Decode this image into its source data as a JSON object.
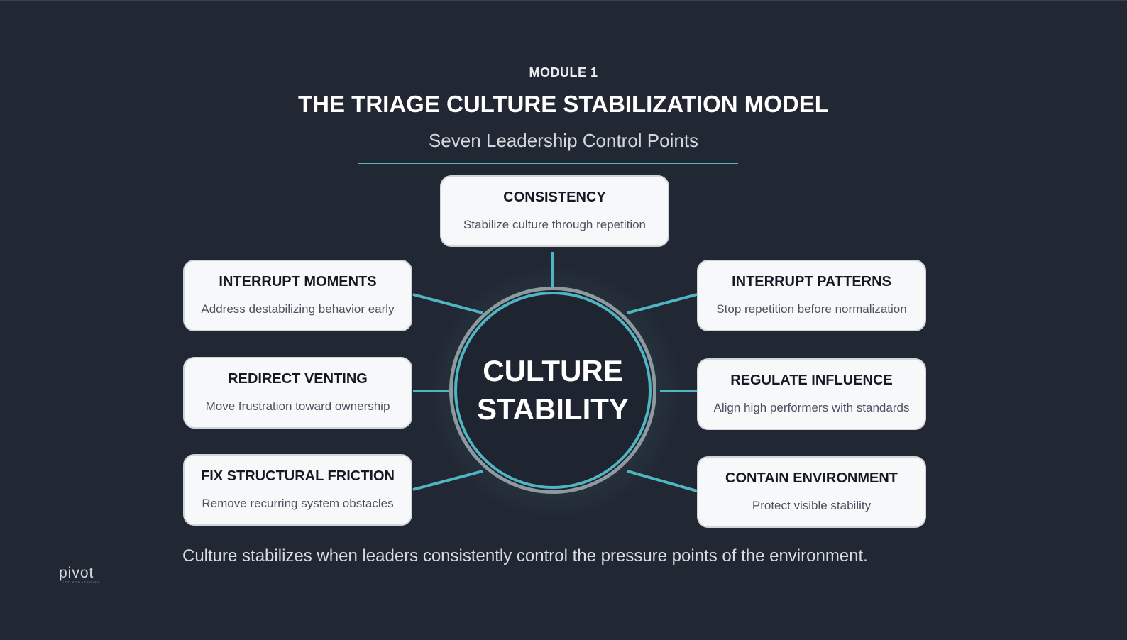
{
  "header": {
    "module": "MODULE 1",
    "title": "THE TRIAGE CULTURE STABILIZATION MODEL",
    "subtitle": "Seven Leadership Control Points"
  },
  "center": {
    "line1": "CULTURE",
    "line2": "STABILITY"
  },
  "cards": [
    {
      "title": "CONSISTENCY",
      "desc": "Stabilize culture through repetition"
    },
    {
      "title": "INTERRUPT MOMENTS",
      "desc": "Address destabilizing behavior early"
    },
    {
      "title": "REDIRECT VENTING",
      "desc": "Move frustration toward ownership"
    },
    {
      "title": "FIX STRUCTURAL FRICTION",
      "desc": "Remove recurring system obstacles"
    },
    {
      "title": "INTERRUPT PATTERNS",
      "desc": "Stop repetition before normalization"
    },
    {
      "title": "REGULATE INFLUENCE",
      "desc": "Align high performers with standards"
    },
    {
      "title": "CONTAIN ENVIRONMENT",
      "desc": "Protect visible stability"
    }
  ],
  "footer": "Culture stabilizes when leaders consistently control the pressure points of the environment.",
  "logo": {
    "word": "pivot",
    "tagline": "VET STRATEGIES"
  },
  "colors": {
    "background": "#222833",
    "accent": "#4fb5c2",
    "card": "#f6f8f9"
  }
}
